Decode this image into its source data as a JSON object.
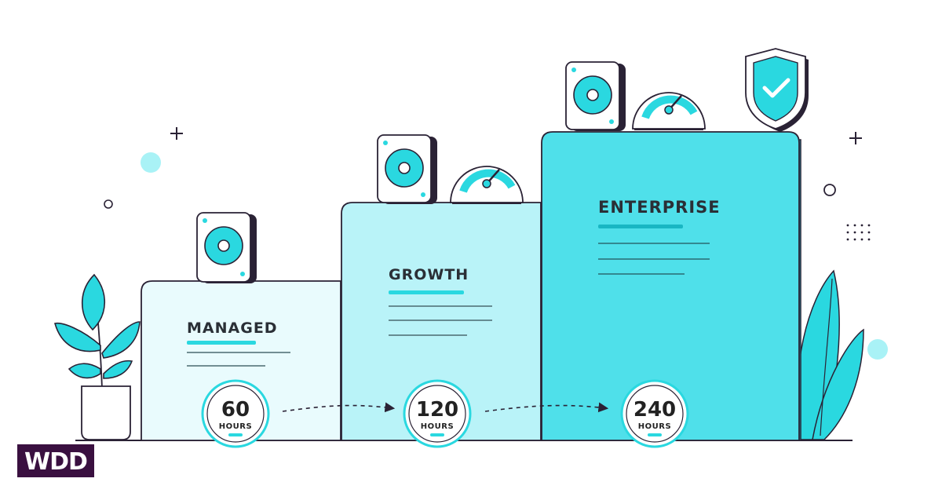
{
  "colors": {
    "accent": "#2ad8e0",
    "accent_light": "#a9f2f6",
    "panel_managed": "#e9fbfd",
    "panel_growth": "#b9f3f8",
    "panel_enterprise": "#4fe0ea",
    "outline": "#2a2235",
    "logo_bg": "#3a1040"
  },
  "tiers": [
    {
      "name": "MANAGED",
      "hours": "60",
      "unit": "HOURS"
    },
    {
      "name": "GROWTH",
      "hours": "120",
      "unit": "HOURS"
    },
    {
      "name": "ENTERPRISE",
      "hours": "240",
      "unit": "HOURS"
    }
  ],
  "icons": [
    "plant-icon",
    "hard-drive-icon",
    "gauge-icon",
    "shield-check-icon",
    "leaf-icon"
  ],
  "logo": {
    "text": "WDD"
  }
}
